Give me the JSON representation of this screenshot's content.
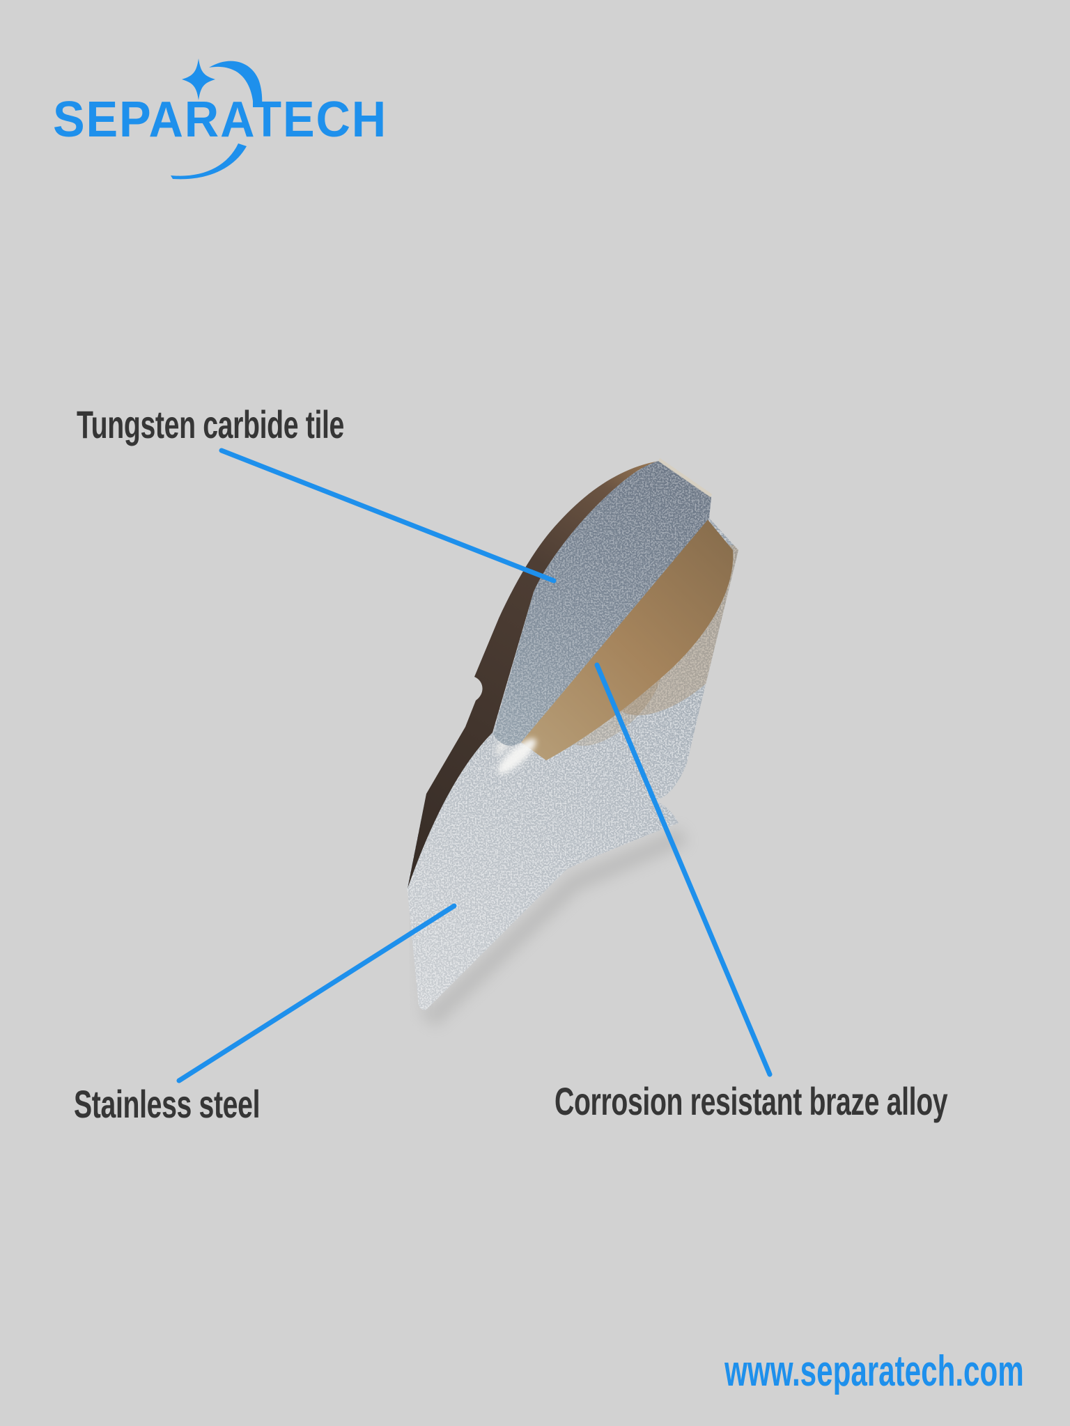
{
  "page": {
    "background_color": "#d2d2d2",
    "accent_color": "#1e90ec",
    "label_text_color": "#363636"
  },
  "logo": {
    "text": "SEPARATECH",
    "color": "#1e90ec",
    "icons": [
      "four-point-star",
      "orbit-swoosh"
    ]
  },
  "diagram": {
    "subject": "Tungsten carbide wear tile brazed onto a stainless steel base",
    "callouts": [
      {
        "id": "tungsten-carbide-tile",
        "label": "Tungsten carbide tile"
      },
      {
        "id": "stainless-steel",
        "label": "Stainless steel"
      },
      {
        "id": "corrosion-resistant-braze-alloy",
        "label": "Corrosion resistant braze alloy"
      }
    ],
    "material_colors": {
      "carbide_top_dark": "#4a3a31",
      "carbide_face_gray": "#7c8896",
      "braze_alloy_tan": "#9b7c56",
      "steel_light_gray": "#b7bec5"
    }
  },
  "footer": {
    "website": "www.separatech.com"
  }
}
